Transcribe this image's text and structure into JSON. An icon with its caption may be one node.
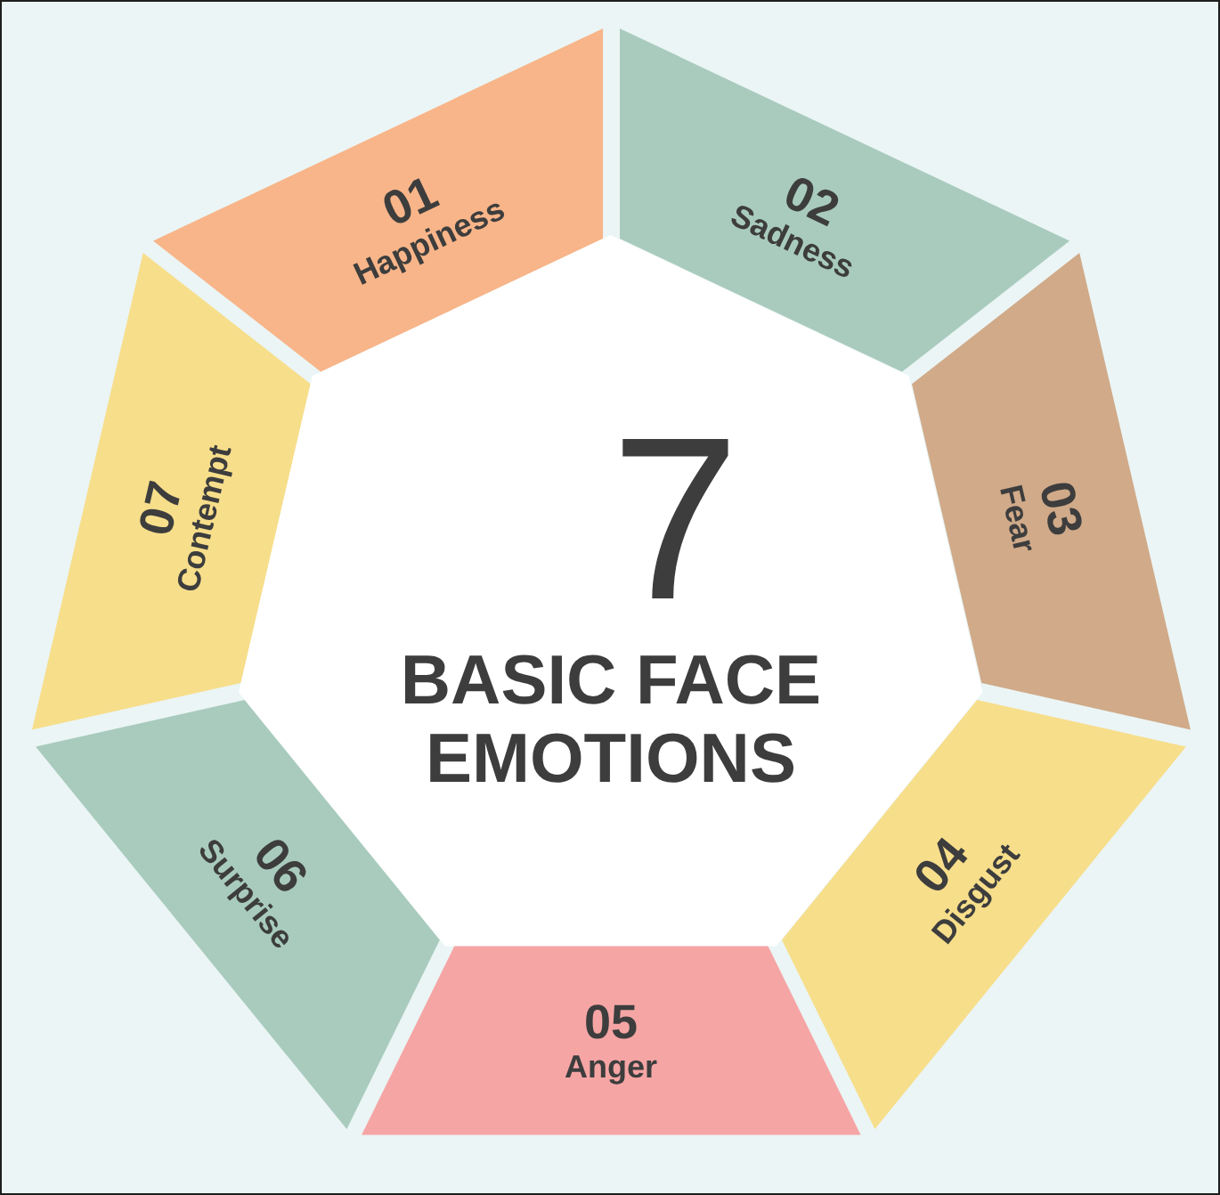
{
  "diagram": {
    "nodes": [
      {
        "text": [
          "01",
          "Happiness"
        ]
      },
      {
        "text": [
          "02",
          "Sadness"
        ]
      },
      {
        "text": [
          "03",
          "Fear"
        ]
      },
      {
        "text": [
          "04",
          "Disgust"
        ]
      },
      {
        "text": [
          "05",
          "Anger"
        ]
      },
      {
        "text": [
          "06",
          "Surprise"
        ]
      },
      {
        "text": [
          "07",
          "Contempt"
        ]
      },
      {
        "text": [
          "7",
          "BASIC FACE EMOTIONS"
        ]
      }
    ]
  }
}
